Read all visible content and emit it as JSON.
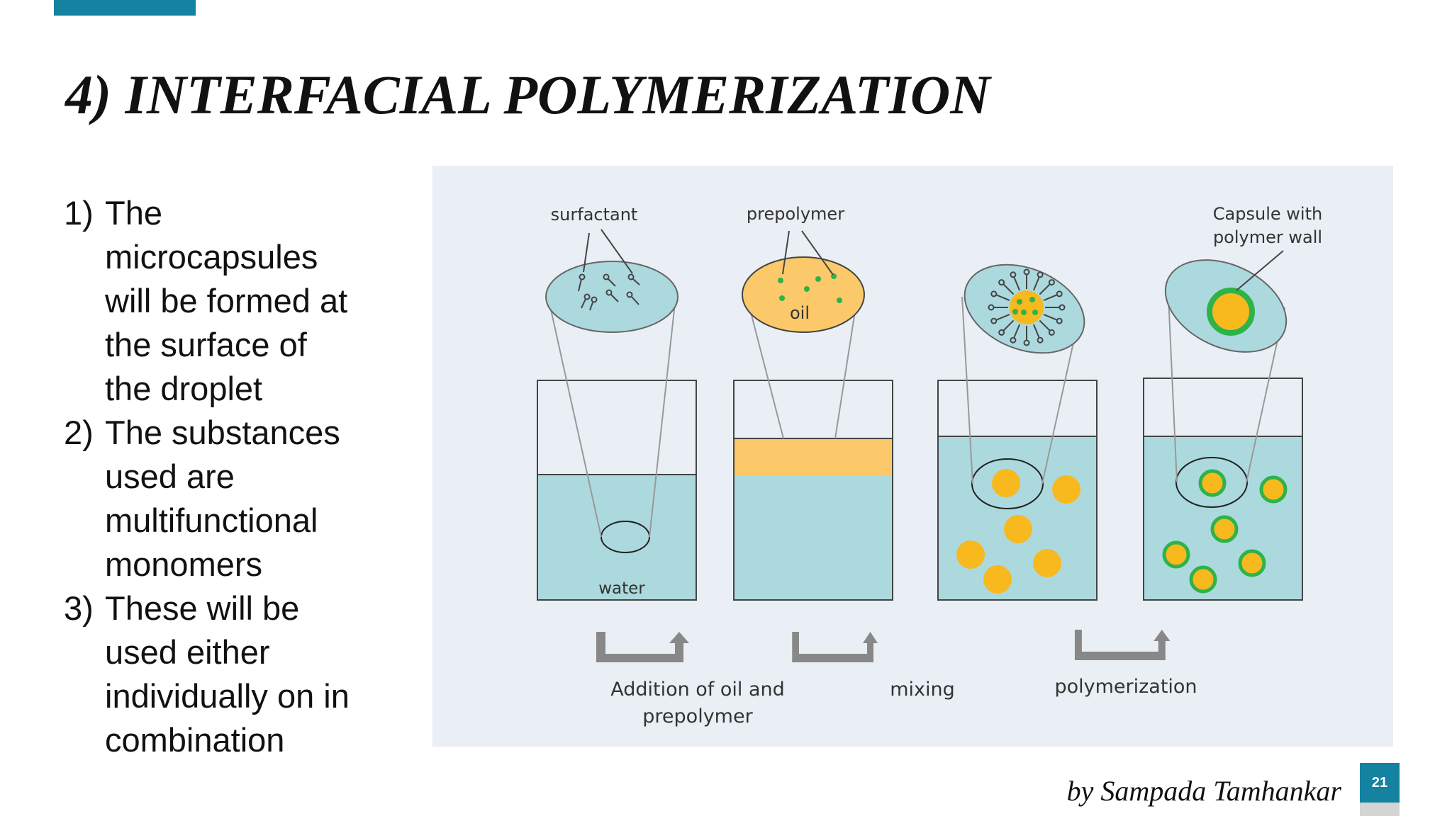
{
  "slide": {
    "title": "4) INTERFACIAL POLYMERIZATION",
    "bullets": [
      {
        "number": "1)",
        "lines": [
          "The",
          "microcapsules",
          "will be formed at",
          "the surface of",
          "the droplet"
        ]
      },
      {
        "number": "2)",
        "lines": [
          "The substances",
          "used are",
          "multifunctional",
          "monomers"
        ]
      },
      {
        "number": "3)",
        "lines": [
          "These will be",
          "used either",
          "individually on in",
          "combination"
        ]
      }
    ],
    "author": "by Sampada Tamhankar",
    "page_number": "21"
  },
  "diagram": {
    "labels": {
      "surfactant": "surfactant",
      "prepolymer": "prepolymer",
      "oil": "oil",
      "capsule_line1": "Capsule with",
      "capsule_line2": "polymer wall",
      "water": "water"
    },
    "steps": {
      "addition_line1": "Addition of oil and",
      "addition_line2": "prepolymer",
      "mixing": "mixing",
      "polymerization": "polymerization"
    },
    "colors": {
      "water": "#acd9de",
      "oil": "#fbc96a",
      "droplet": "#f7b91e",
      "wall": "#2db34a",
      "arrow": "#888888",
      "accent": "#1482a0"
    }
  }
}
